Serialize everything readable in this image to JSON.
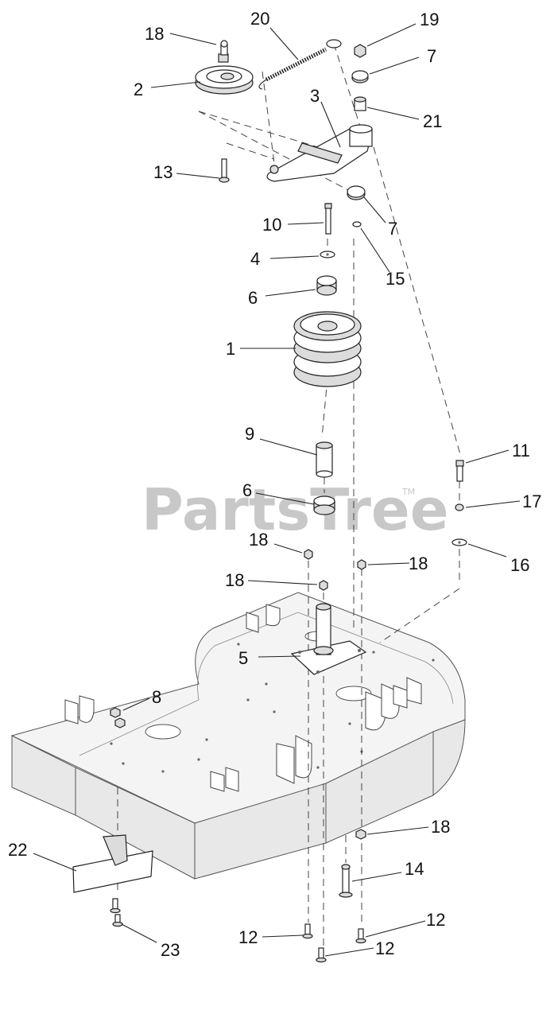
{
  "watermark": {
    "text": "PartsTree",
    "trademark": "TM"
  },
  "callouts": [
    {
      "id": "c18a",
      "num": "18"
    },
    {
      "id": "c20",
      "num": "20"
    },
    {
      "id": "c19",
      "num": "19"
    },
    {
      "id": "c2",
      "num": "2"
    },
    {
      "id": "c7a",
      "num": "7"
    },
    {
      "id": "c3",
      "num": "3"
    },
    {
      "id": "c21",
      "num": "21"
    },
    {
      "id": "c13",
      "num": "13"
    },
    {
      "id": "c10",
      "num": "10"
    },
    {
      "id": "c7b",
      "num": "7"
    },
    {
      "id": "c4",
      "num": "4"
    },
    {
      "id": "c15",
      "num": "15"
    },
    {
      "id": "c6a",
      "num": "6"
    },
    {
      "id": "c1",
      "num": "1"
    },
    {
      "id": "c9",
      "num": "9"
    },
    {
      "id": "c11",
      "num": "11"
    },
    {
      "id": "c6b",
      "num": "6"
    },
    {
      "id": "c17",
      "num": "17"
    },
    {
      "id": "c18b",
      "num": "18"
    },
    {
      "id": "c16",
      "num": "16"
    },
    {
      "id": "c18c",
      "num": "18"
    },
    {
      "id": "c18d",
      "num": "18"
    },
    {
      "id": "c5",
      "num": "5"
    },
    {
      "id": "c8",
      "num": "8"
    },
    {
      "id": "c22",
      "num": "22"
    },
    {
      "id": "c18e",
      "num": "18"
    },
    {
      "id": "c14",
      "num": "14"
    },
    {
      "id": "c12a",
      "num": "12"
    },
    {
      "id": "c12b",
      "num": "12"
    },
    {
      "id": "c12c",
      "num": "12"
    },
    {
      "id": "c23",
      "num": "23"
    }
  ]
}
